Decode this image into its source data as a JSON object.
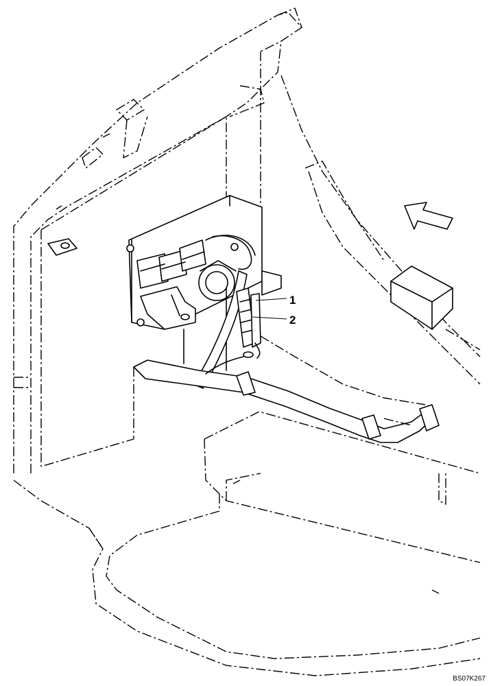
{
  "callouts": [
    {
      "label": "1"
    },
    {
      "label": "2"
    }
  ],
  "drawing_code": "BS07K267",
  "arrow_direction": "up-left"
}
